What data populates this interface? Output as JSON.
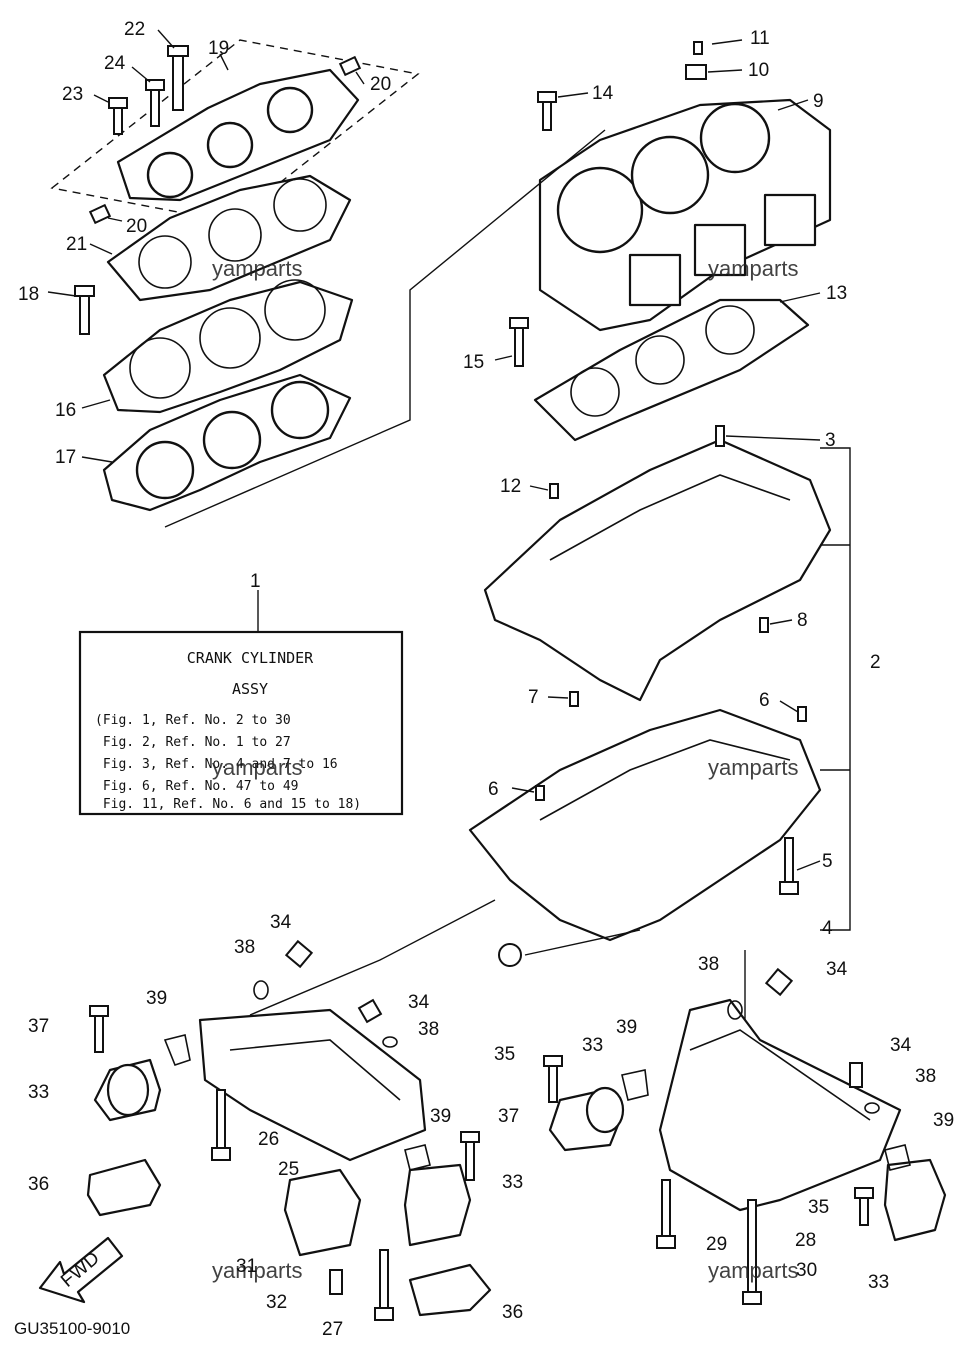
{
  "diagram_code": "GU35100-9010",
  "fwd_label": "FWD",
  "watermark": "yamparts",
  "label_box": {
    "title_line1": "CRANK CYLINDER",
    "title_line2": "ASSY",
    "lines": [
      "(Fig. 1, Ref. No. 2 to 30",
      " Fig. 2, Ref. No. 1 to 27",
      " Fig. 3, Ref. No. 4 and 7 to 16",
      " Fig. 6, Ref. No. 47 to 49",
      " Fig. 11, Ref. No. 6 and 15 to 18)"
    ]
  },
  "callouts": {
    "c1": "1",
    "c2": "2",
    "c3": "3",
    "c4": "4",
    "c5": "5",
    "c6": "6",
    "c7": "7",
    "c8": "8",
    "c9": "9",
    "c10": "10",
    "c11": "11",
    "c12": "12",
    "c13": "13",
    "c14": "14",
    "c15": "15",
    "c16": "16",
    "c17": "17",
    "c18": "18",
    "c19": "19",
    "c20": "20",
    "c21": "21",
    "c22": "22",
    "c23": "23",
    "c24": "24",
    "c25": "25",
    "c26": "26",
    "c27": "27",
    "c28": "28",
    "c29": "29",
    "c30": "30",
    "c31": "31",
    "c32": "32",
    "c33": "33",
    "c34": "34",
    "c35": "35",
    "c36": "36",
    "c37": "37",
    "c38": "38",
    "c39": "39"
  }
}
